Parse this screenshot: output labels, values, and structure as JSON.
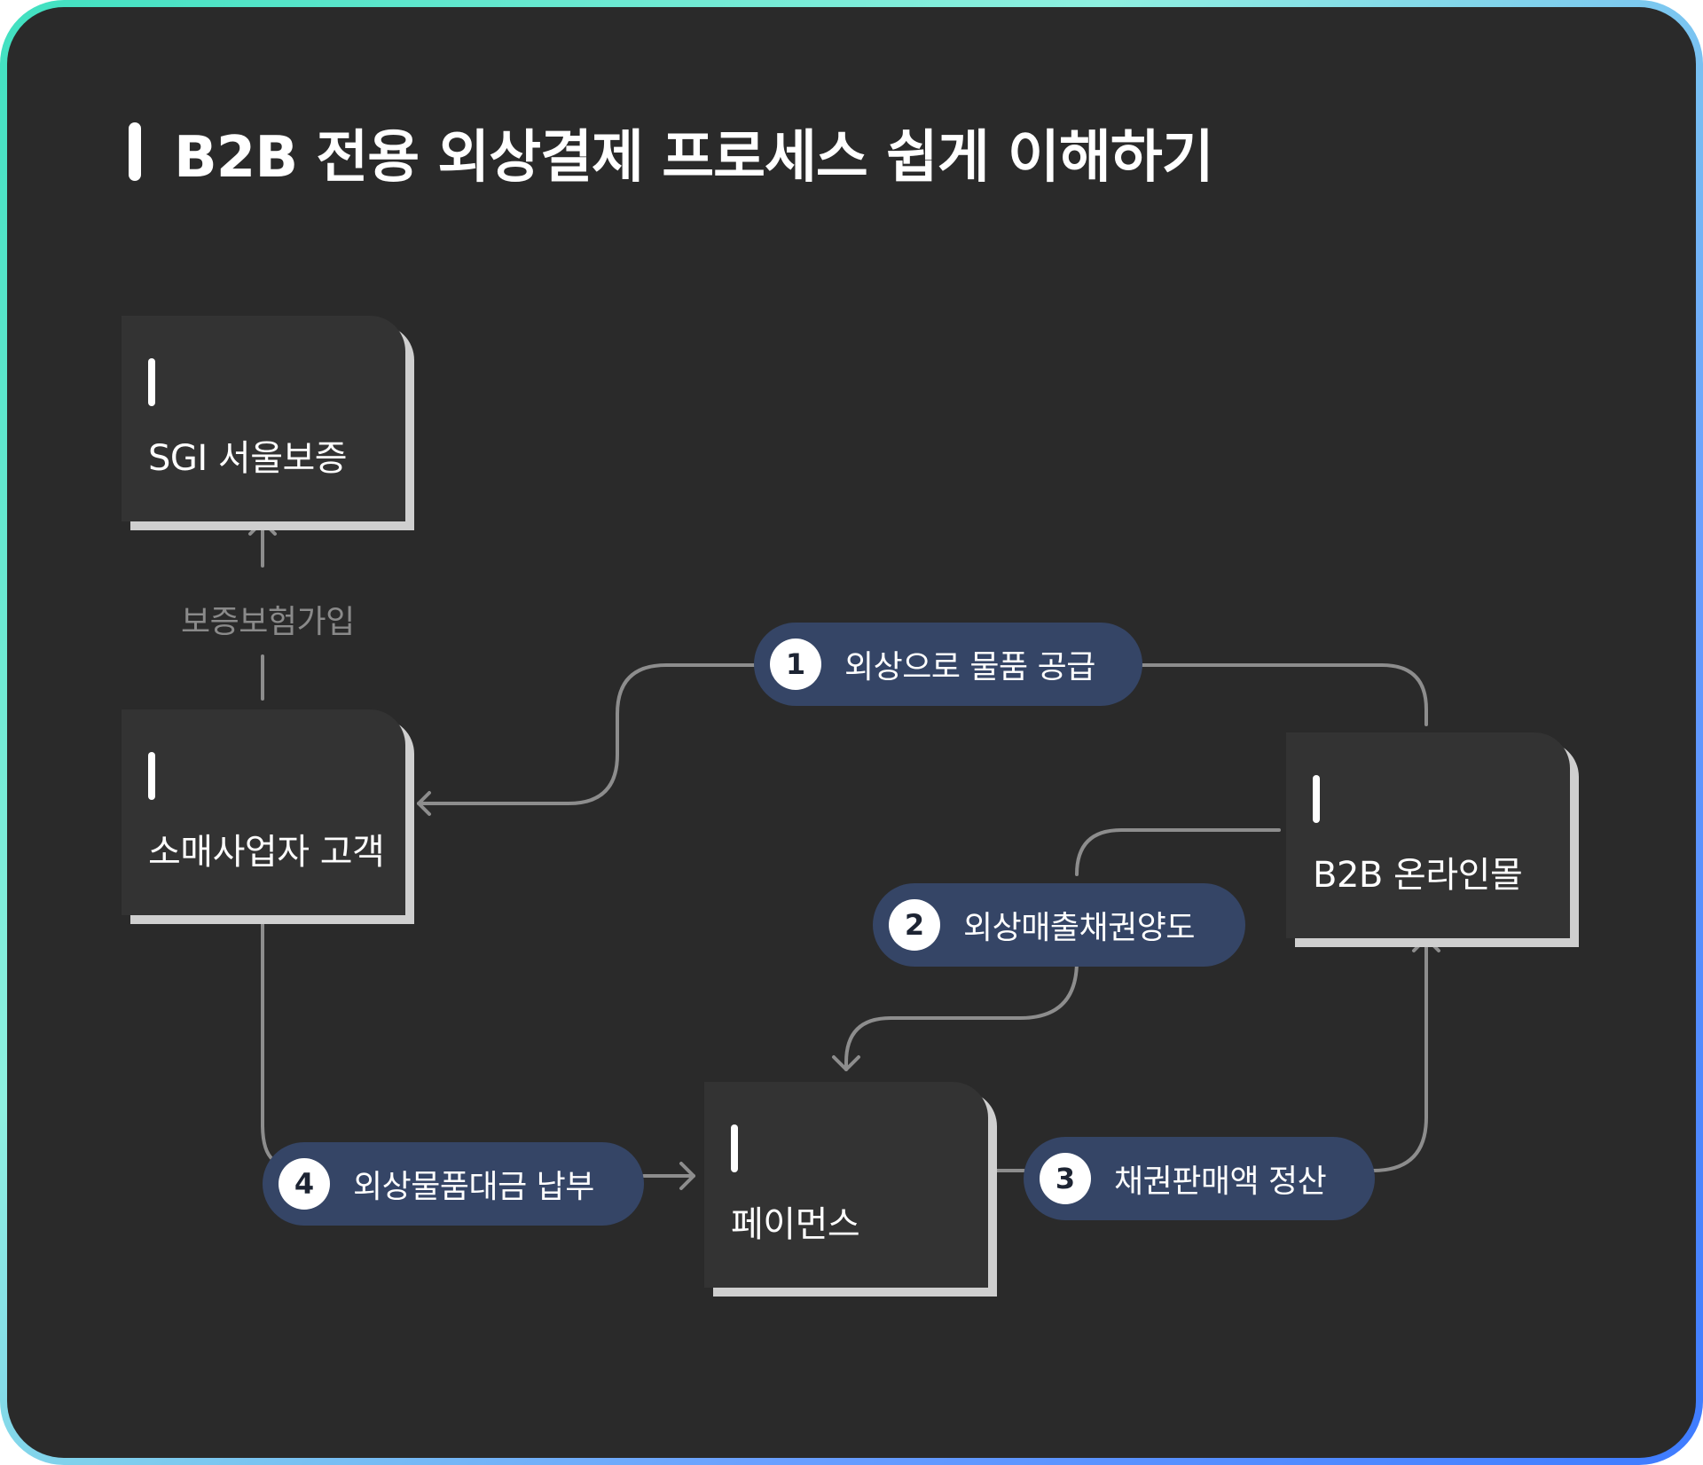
{
  "title": "B2B 전용 외상결제 프로세스 쉽게 이해하기",
  "nodes": {
    "sgi": "SGI 서울보증",
    "retailer": "소매사업자 고객",
    "mall": "B2B 온라인몰",
    "paymence": "페이먼스"
  },
  "guarantee_label": "보증보험가입",
  "steps": [
    {
      "number": "1",
      "label": "외상으로 물품 공급"
    },
    {
      "number": "2",
      "label": "외상매출채권양도"
    },
    {
      "number": "3",
      "label": "채권판매액 정산"
    },
    {
      "number": "4",
      "label": "외상물품대금 납부"
    }
  ],
  "colors": {
    "background": "#2a2a2a",
    "card": "#333333",
    "pill": "#354566",
    "connector": "#8d8d8d"
  }
}
